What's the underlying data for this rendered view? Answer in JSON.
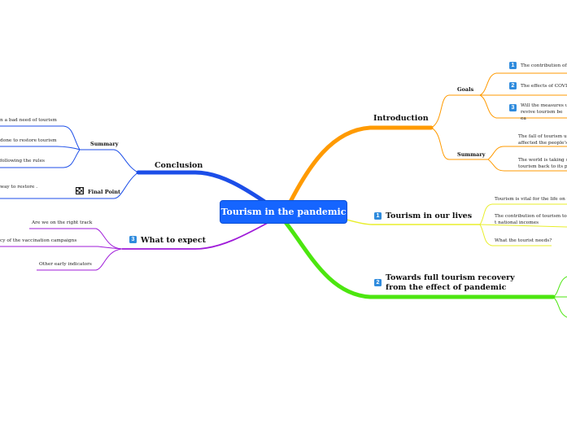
{
  "root": {
    "label": "Tourism in the pandemic"
  },
  "introduction": {
    "label": "Introduction",
    "goals": {
      "label": "Goals",
      "items": [
        {
          "number": "1",
          "text": "The contribution of t"
        },
        {
          "number": "2",
          "text": "The effects of COVI"
        },
        {
          "number": "3",
          "text": "Will the measures u revive tourism be ea"
        }
      ]
    },
    "summary": {
      "label": "Summary",
      "items": [
        "The fall of tourism un affected the people's",
        "The world is taking s tourism back to its pr"
      ]
    }
  },
  "tourism_in_our_lives": {
    "number": "1",
    "label": "Tourism in our lives",
    "items": [
      "Tourism is vital for the life on th",
      "The contribution of tourism to t national incomes",
      "What the tourist needs?"
    ]
  },
  "recovery": {
    "number": "2",
    "label": "Towards full tourism recovery from the effect of pandemic"
  },
  "conclusion": {
    "label": "Conclusion",
    "summary": {
      "label": "Summary",
      "items": [
        "n a bad need of tourism",
        "done to restore tourism",
        "following the rules"
      ]
    },
    "final_point": {
      "label": "Final Point",
      "text": "way to restore ."
    }
  },
  "what_to_expect": {
    "number": "3",
    "label": "What to expect",
    "items": [
      "Are we on the right track",
      "cy of the vaccination campaigns",
      "Other early indicators"
    ]
  },
  "colors": {
    "root": "#1565ff",
    "introduction_branch": "#ff9a00",
    "tourism_branch": "#e8ee2a",
    "recovery_branch": "#4ce60f",
    "conclusion_branch": "#1c4ee8",
    "expect_branch": "#9f1bd9",
    "number_badge": "#2f8bdd"
  }
}
